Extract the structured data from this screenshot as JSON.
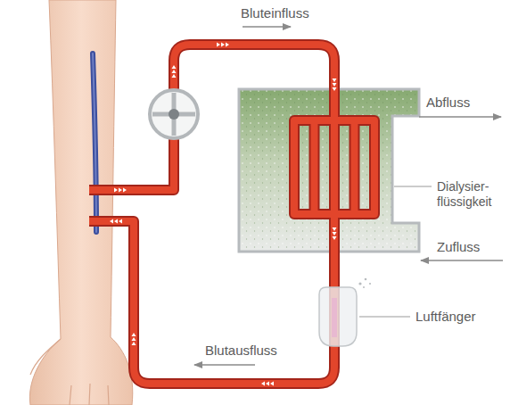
{
  "diagram": {
    "labels": [
      "Bluteinfluss",
      "Abfluss",
      "Dialysier- flüssigkeit",
      "Zufluss",
      "Luftfänger",
      "Blutausfluss"
    ]
  }
}
